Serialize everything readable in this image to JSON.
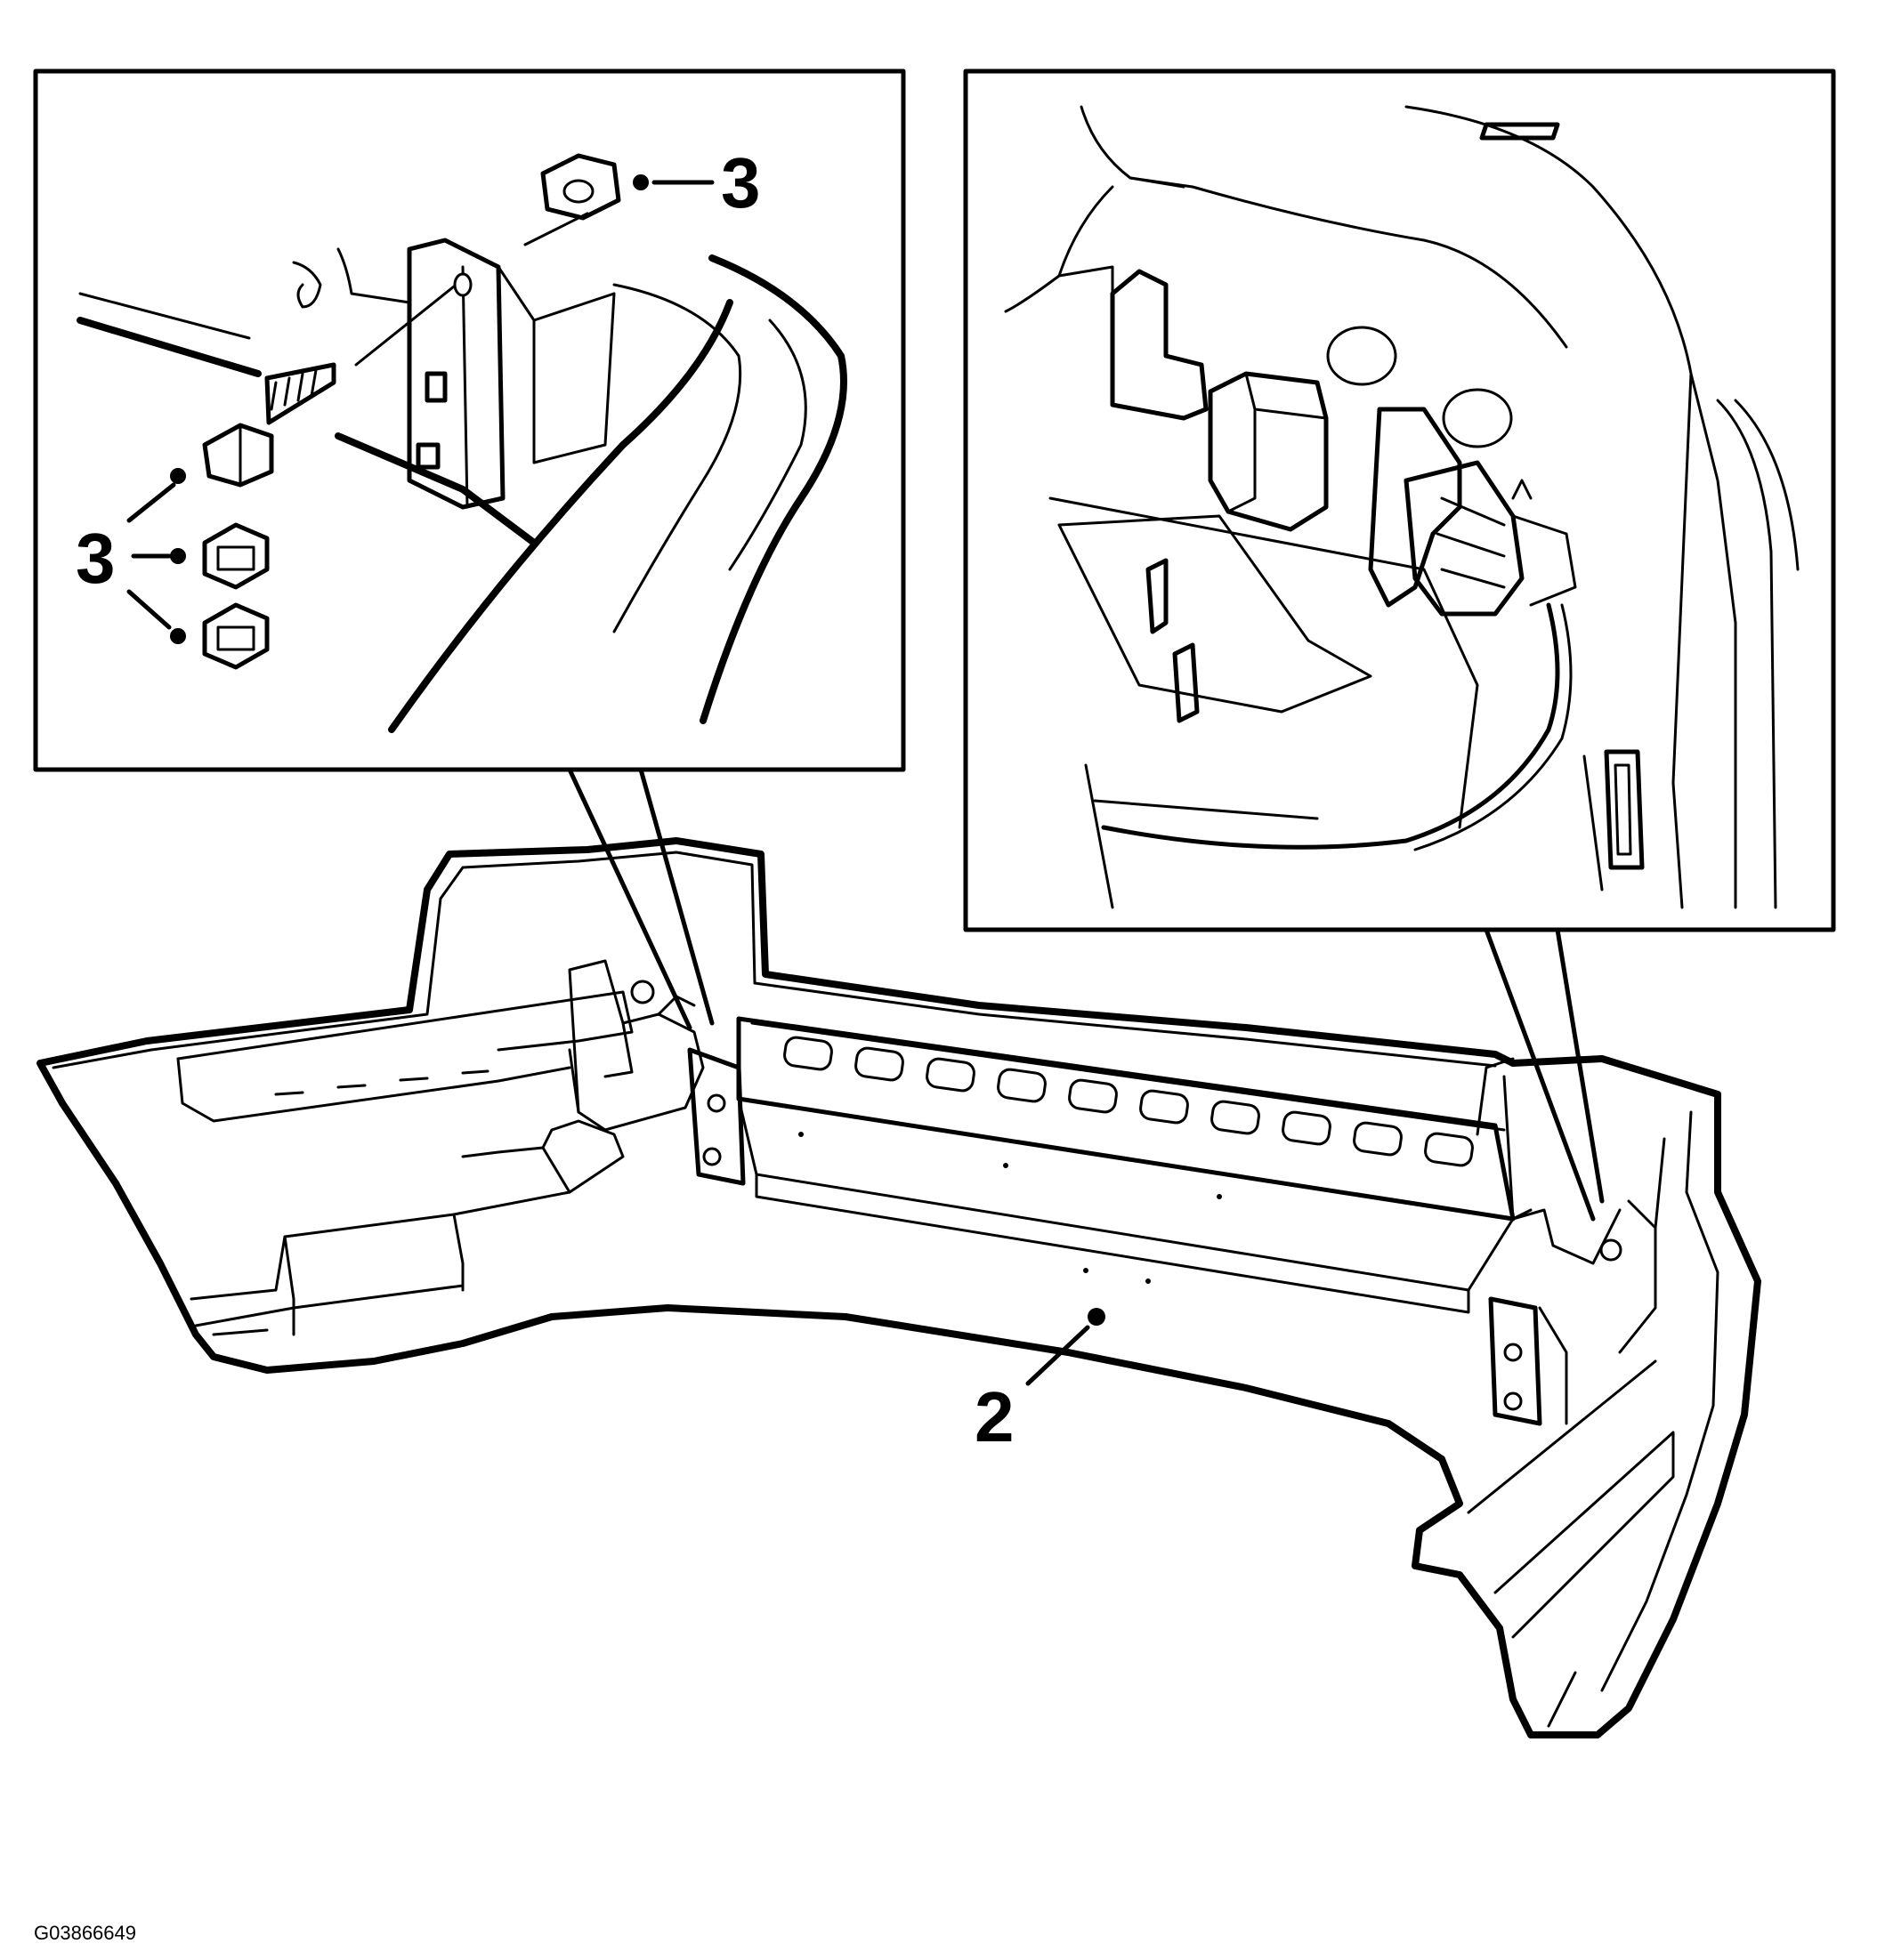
{
  "figure": {
    "figure_id": "G03866649",
    "callouts": [
      {
        "id": "callout-3-single",
        "label": "3"
      },
      {
        "id": "callout-3-group",
        "label": "3"
      },
      {
        "id": "callout-2",
        "label": "2"
      }
    ],
    "colors": {
      "line": "#000000",
      "background": "#ffffff"
    }
  }
}
